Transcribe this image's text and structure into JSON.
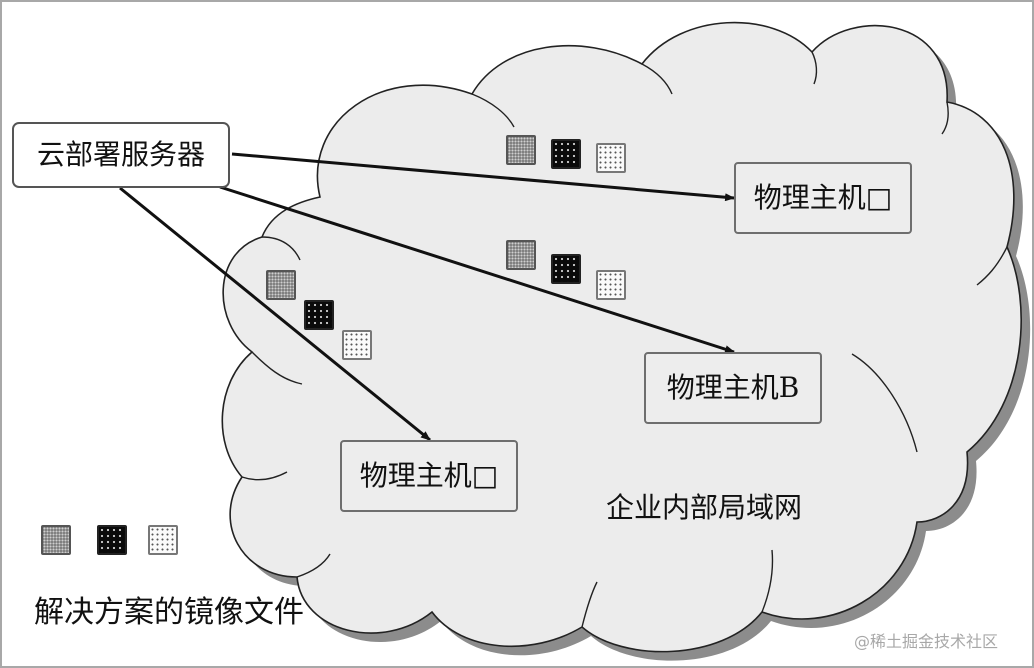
{
  "diagram": {
    "cloud_label": "企业内部局域网",
    "server": {
      "label": "云部署服务器"
    },
    "hosts": [
      {
        "id": "host-top",
        "label": "物理主机□"
      },
      {
        "id": "host-b",
        "label": "物理主机B"
      },
      {
        "id": "host-bottom",
        "label": "物理主机□"
      }
    ],
    "edges": [
      {
        "from": "server",
        "to": "host-top"
      },
      {
        "from": "server",
        "to": "host-b"
      },
      {
        "from": "server",
        "to": "host-bottom"
      }
    ],
    "image_file_types": [
      "gray-dotted",
      "black-dotted",
      "white-dotted"
    ],
    "legend": {
      "label": "解决方案的镜像文件"
    },
    "watermark": "@稀土掘金技术社区"
  }
}
